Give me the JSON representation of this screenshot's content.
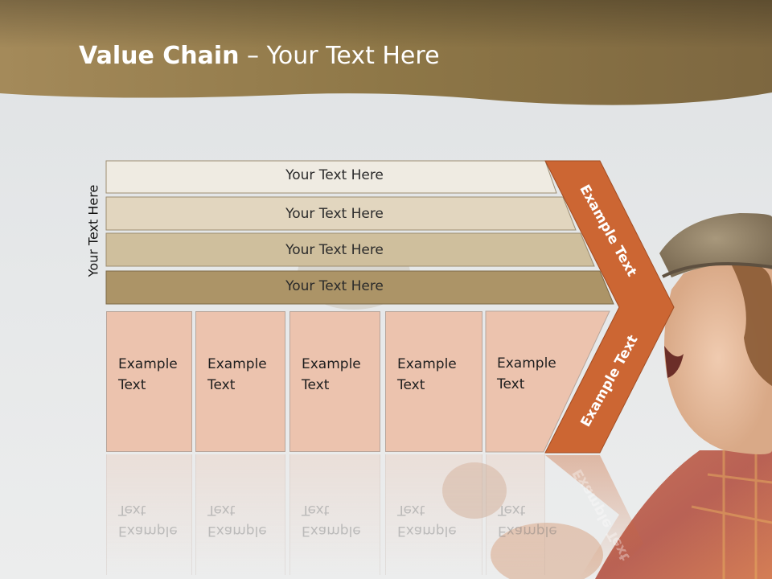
{
  "slide": {
    "title_bold": "Value Chain",
    "title_rest": " – Your Text Here",
    "side_label": "Your Text Here"
  },
  "bars": [
    {
      "label": "Your Text Here",
      "color": "#efebe2"
    },
    {
      "label": "Your Text Here",
      "color": "#e2d6bf"
    },
    {
      "label": "Your Text Here",
      "color": "#cfbf9d"
    },
    {
      "label": "Your Text Here",
      "color": "#ac9467"
    }
  ],
  "boxes": [
    {
      "text": "Example Text"
    },
    {
      "text": "Example Text"
    },
    {
      "text": "Example Text"
    },
    {
      "text": "Example Text"
    },
    {
      "text": "Example Text"
    }
  ],
  "chevron": {
    "upper_label": "Example Text",
    "lower_label": "Example Text",
    "color": "#cc6633"
  },
  "colors": {
    "header_brown": "#8a7245",
    "box_fill": "#ecc3ae"
  }
}
